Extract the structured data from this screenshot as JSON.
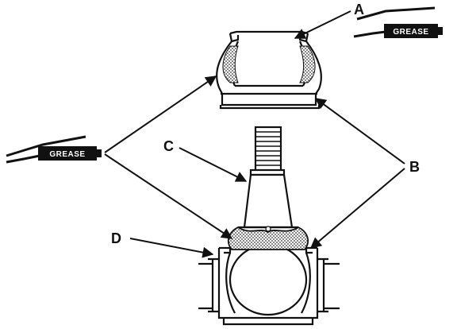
{
  "labels": {
    "a": "A",
    "b": "B",
    "c": "C",
    "d": "D"
  },
  "grease_tags": {
    "top_right": "GREASE",
    "left": "GREASE"
  },
  "colors": {
    "ink": "#111111",
    "grease_fill": "#9a9a9a",
    "tag_fill": "#111111"
  }
}
